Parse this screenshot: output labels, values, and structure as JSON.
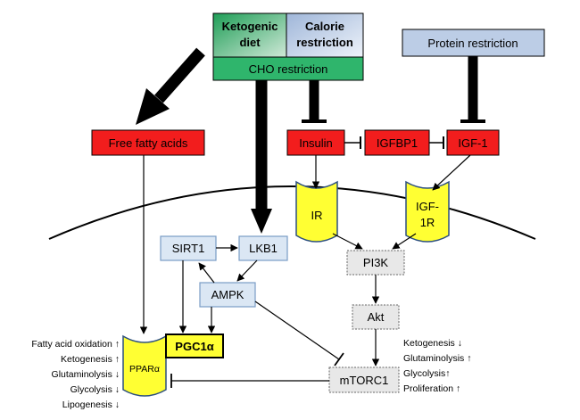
{
  "top_boxes": {
    "ketogenic_diet": [
      "Ketogenic",
      "diet"
    ],
    "calorie_restriction": [
      "Calorie",
      "restriction"
    ],
    "cho_restriction": "CHO restriction",
    "protein_restriction": "Protein restriction"
  },
  "red_boxes": {
    "free_fatty_acids": "Free fatty acids",
    "insulin": "Insulin",
    "igfbp1": "IGFBP1",
    "igf1": "IGF-1"
  },
  "receptors": {
    "ir": "IR",
    "igf1r": [
      "IGF-",
      "1R"
    ],
    "ppar": "PPARα"
  },
  "signaling": {
    "sirt1": "SIRT1",
    "lkb1": "LKB1",
    "ampk": "AMPK",
    "pgc1a": "PGC1α",
    "pi3k": "PI3K",
    "akt": "Akt",
    "mtorc1": "mTORC1"
  },
  "ppar_effects": [
    "Fatty acid oxidation ↑",
    "Ketogenesis ↑",
    "Glutaminolysis ↓",
    "Glycolysis ↓",
    "Lipogenesis ↓"
  ],
  "mtorc1_effects": [
    "Ketogenesis ↓",
    "Glutaminolysis ↑",
    "Glycolysis↑",
    "Proliferation ↑"
  ],
  "colors": {
    "green": "#2fb56c",
    "light_blue": "#dbe7f4",
    "steel_blue": "#bccde6",
    "red": "#f21d1d",
    "yellow": "#ffff33",
    "grey": "#e8e8e8"
  }
}
